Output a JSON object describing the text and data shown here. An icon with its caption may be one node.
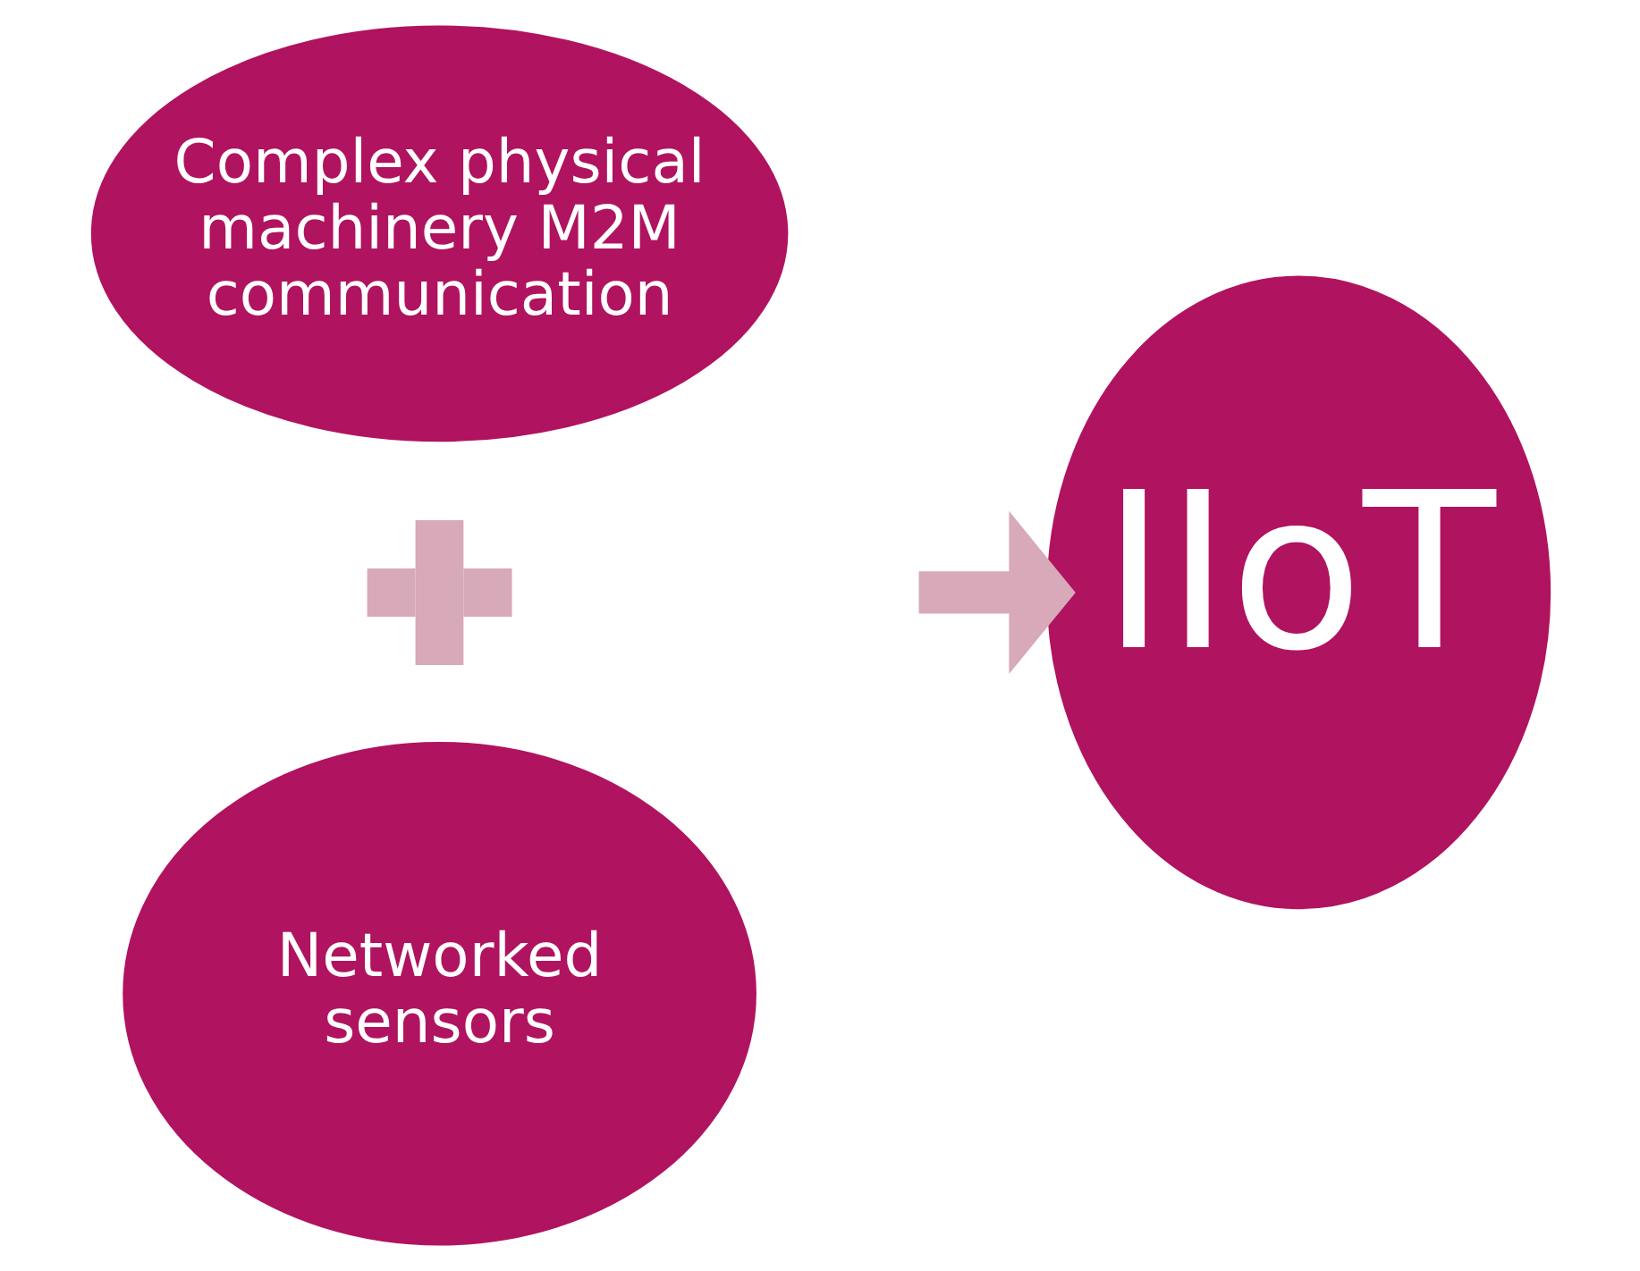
{
  "diagram": {
    "nodes": [
      {
        "text": [
          "Complex physical machinery M2M communication"
        ]
      },
      {
        "text": [],
        "shape": "plus"
      },
      {
        "text": [
          "Networked sensors"
        ]
      },
      {
        "text": [
          "IIoT"
        ]
      }
    ],
    "edges": [
      {
        "from": null,
        "to": 3,
        "arrow": "to"
      }
    ]
  }
}
